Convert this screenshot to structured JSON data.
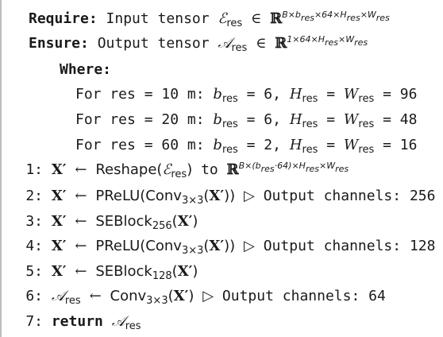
{
  "algorithm": {
    "require": {
      "keyword": "Require:",
      "text": "Input tensor",
      "symbol": "ℰ",
      "sub": "res",
      "in": "∈",
      "space": "ℝ",
      "sup": "B×b",
      "sup_sub": "res",
      "sup_rest": "×64×H",
      "sup_sub2": "res",
      "sup_rest2": "×W",
      "sup_sub3": "res"
    },
    "ensure": {
      "keyword": "Ensure:",
      "text": "Output tensor",
      "symbol": "𝒜",
      "sub": "res",
      "in": "∈",
      "space": "ℝ",
      "sup": "1×64×H",
      "sup_sub": "res",
      "sup_rest": "×W",
      "sup_sub2": "res"
    },
    "where": {
      "keyword": "Where:",
      "items": [
        {
          "prefix": "For res = 10 m:",
          "b": "b",
          "b_sub": "res",
          "b_val": "= 6,",
          "h": "H",
          "h_sub": "res",
          "eq": "=",
          "w": "W",
          "w_sub": "res",
          "val": "= 96"
        },
        {
          "prefix": "For res = 20 m:",
          "b": "b",
          "b_sub": "res",
          "b_val": "= 6,",
          "h": "H",
          "h_sub": "res",
          "eq": "=",
          "w": "W",
          "w_sub": "res",
          "val": "= 48"
        },
        {
          "prefix": "For res = 60 m:",
          "b": "b",
          "b_sub": "res",
          "b_val": "= 2,",
          "h": "H",
          "h_sub": "res",
          "eq": "=",
          "w": "W",
          "w_sub": "res",
          "val": "= 16"
        }
      ]
    },
    "steps": [
      {
        "num": "1:",
        "var": "X′",
        "arrow": "←",
        "op": "Reshape(",
        "arg": "ℰ",
        "arg_sub": "res",
        "close": ")",
        "to": "to",
        "space": "ℝ",
        "sup": "B×(b",
        "sup_sub": "res",
        "sup_rest": "·64)×H",
        "sup_sub2": "res",
        "sup_rest2": "×W",
        "sup_sub3": "res"
      },
      {
        "num": "2:",
        "var": "X′",
        "arrow": "←",
        "op": "PReLU(Conv",
        "op_sub": "3×3",
        "open": "(",
        "arg": "X′",
        "close": "))",
        "comment_sym": "▷",
        "comment": "Output channels: 256"
      },
      {
        "num": "3:",
        "var": "X′",
        "arrow": "←",
        "op": "SEBlock",
        "op_sub": "256",
        "open": "(",
        "arg": "X′",
        "close": ")"
      },
      {
        "num": "4:",
        "var": "X′",
        "arrow": "←",
        "op": "PReLU(Conv",
        "op_sub": "3×3",
        "open": "(",
        "arg": "X′",
        "close": "))",
        "comment_sym": "▷",
        "comment": "Output channels: 128"
      },
      {
        "num": "5:",
        "var": "X′",
        "arrow": "←",
        "op": "SEBlock",
        "op_sub": "128",
        "open": "(",
        "arg": "X′",
        "close": ")"
      },
      {
        "num": "6:",
        "var": "𝒜",
        "var_sub": "res",
        "arrow": "←",
        "op": "Conv",
        "op_sub": "3×3",
        "open": "(",
        "arg": "X′",
        "close": ")",
        "comment_sym": "▷",
        "comment": "Output channels: 64"
      },
      {
        "num": "7:",
        "keyword": "return",
        "var": "𝒜",
        "var_sub": "res"
      }
    ]
  }
}
